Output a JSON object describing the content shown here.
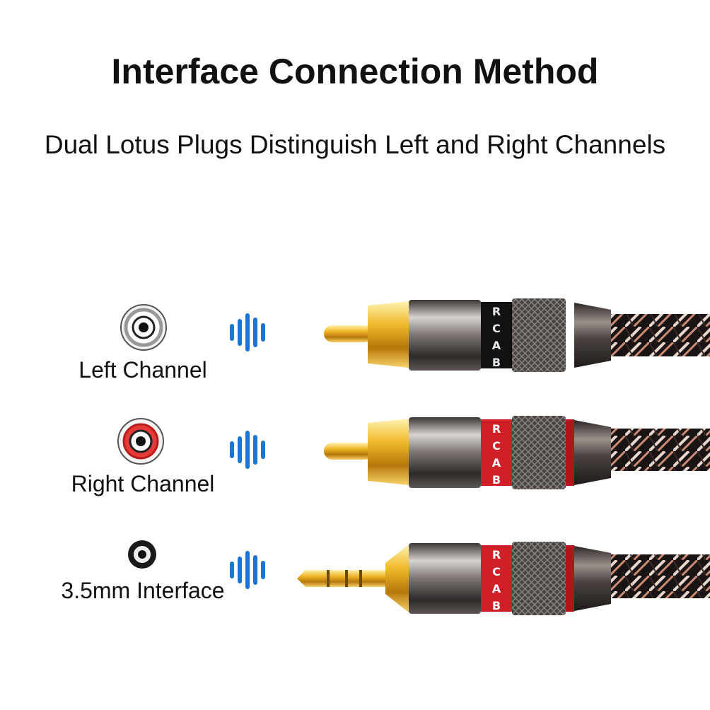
{
  "heading": {
    "title": "Interface Connection Method",
    "subtitle": "Dual Lotus Plugs Distinguish Left and Right Channels"
  },
  "channels": [
    {
      "label": "Left Channel",
      "jack_icon": "rca-jack-white-icon",
      "accent": "#ffffff"
    },
    {
      "label": "Right Channel",
      "jack_icon": "rca-jack-red-icon",
      "accent": "#d11f27"
    },
    {
      "label": "3.5mm Interface",
      "jack_icon": "aux-jack-icon",
      "accent": "#d11f27"
    }
  ],
  "brand_letters": [
    "R",
    "C",
    "A",
    "B"
  ],
  "colors": {
    "wave_blue": "#1976d2",
    "gold": "#e8a81c",
    "red_band": "#d11f27",
    "black_band": "#111111",
    "metal": "#6e6a68"
  }
}
